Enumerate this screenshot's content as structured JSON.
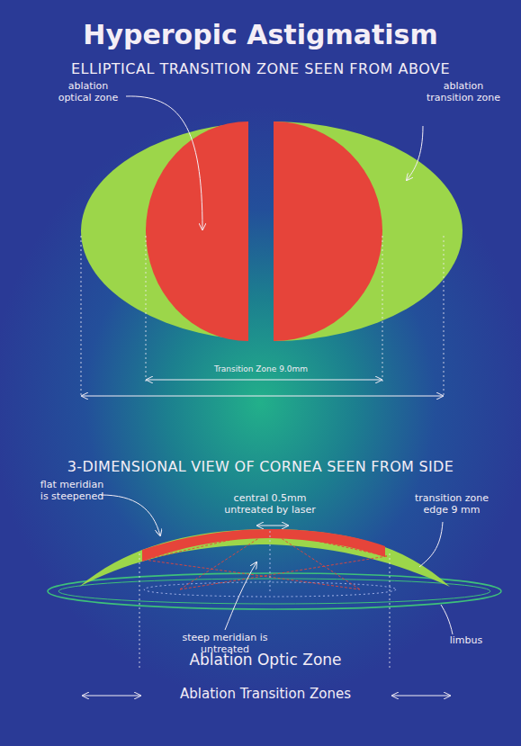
{
  "diagram": {
    "title": "Hyperopic Astigmatism",
    "labels": [
      "ELLIPTICAL TRANSITION ZONE SEEN FROM ABOVE",
      "ablation optical zone",
      "ablation transition zone",
      "Transition Zone 9.0mm",
      "3-DIMENSIONAL VIEW OF CORNEA SEEN FROM SIDE",
      "central 0.5mm untreated by laser",
      "flat meridian is steepened",
      "transition zone edge 9 mm",
      "steep meridian is untreated",
      "limbus",
      "Ablation Optic Zone",
      "Ablation Transition Zones"
    ]
  }
}
